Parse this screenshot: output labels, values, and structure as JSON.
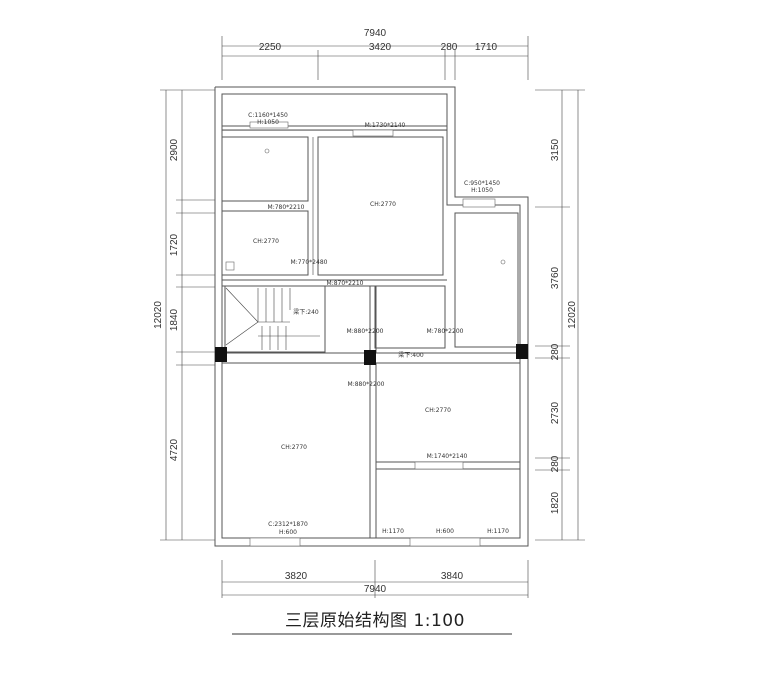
{
  "title": "三层原始结构图 1:100",
  "dims": {
    "top_total": "7940",
    "top_segments": [
      "2250",
      "3420",
      "280",
      "1710"
    ],
    "bottom_segments": [
      "3820",
      "3840"
    ],
    "bottom_total": "7940",
    "left_segments": [
      "2900",
      "1720",
      "1840",
      "4720"
    ],
    "left_total": "12020",
    "right_segments": [
      "3150",
      "3760",
      "280",
      "2730",
      "280",
      "1820"
    ],
    "right_total": "12020"
  },
  "labels": {
    "win_top_left": "C:1160*1450",
    "win_top_left_h": "H:1050",
    "door_top_mid": "M:1730*2140",
    "door_small_room": "M:780*2210",
    "room_small_ch": "CH:2770",
    "door_770": "M:770*2480",
    "room_main_ch": "CH:2770",
    "door_870": "M:870*2210",
    "win_right": "C:950*1450",
    "win_right_h": "H:1050",
    "beam_stair": "梁下:240",
    "door_880_a": "M:880*2200",
    "door_780_b": "M:780*2200",
    "beam_mid": "梁下:400",
    "door_880_b": "M:880*2200",
    "room_right_ch": "CH:2770",
    "door_1740": "M:1740*2140",
    "room_left_ch": "CH:2770",
    "win_bottom_left": "C:2312*1870",
    "win_bottom_left_h": "H:600",
    "h1170_a": "H:1170",
    "h600": "H:600",
    "h1170_b": "H:1170"
  }
}
